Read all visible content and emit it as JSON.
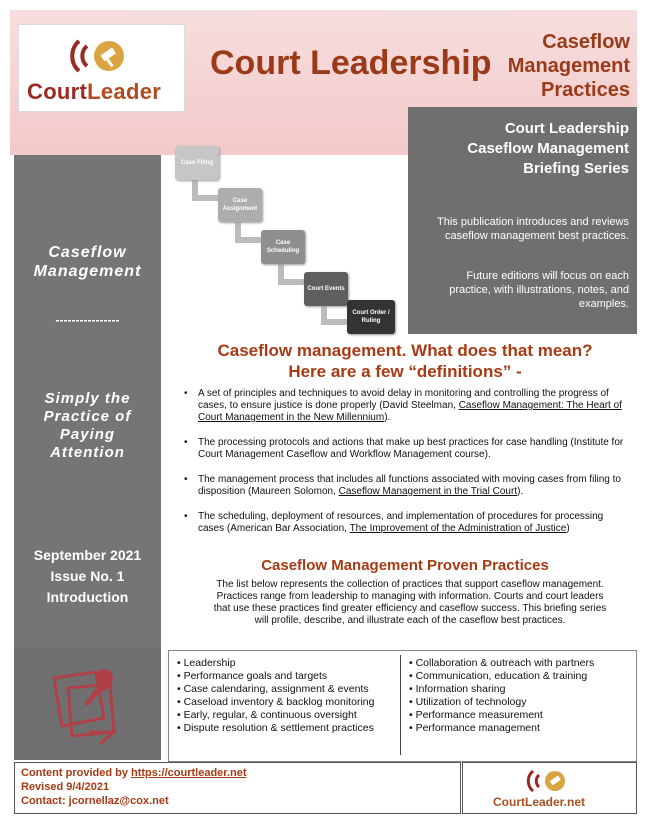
{
  "header": {
    "logo_court": "Court",
    "logo_leader": "Leader",
    "title": "Court Leadership",
    "subtitle_lines": [
      "Caseflow",
      "Management",
      "Practices"
    ]
  },
  "flow_steps": [
    "Case Filing",
    "Case Assignment",
    "Case Scheduling",
    "Court Events",
    "Court Order / Ruling"
  ],
  "right_panel": {
    "title_lines": [
      "Court Leadership",
      "Caseflow Management",
      "Briefing Series"
    ],
    "p1": "This publication introduces and reviews caseflow management best practices.",
    "p2": "Future editions will focus on each practice, with illustrations, notes, and examples."
  },
  "sidebar": {
    "heading_line1": "Caseflow",
    "heading_line2": "Management",
    "divider": "----------------",
    "tagline": [
      "Simply the",
      "Practice of",
      "Paying",
      "Attention"
    ],
    "date": "September 2021",
    "issue": "Issue No. 1",
    "section": "Introduction"
  },
  "question": {
    "line1": "Caseflow management.  What does that mean?",
    "line2": "Here are a few “definitions” -"
  },
  "definitions": [
    {
      "pre": "A set of principles and techniques to avoid delay in monitoring and controlling the progress of cases, to ensure justice is done properly (David Steelman, ",
      "link": "Caseflow Management: The Heart of Court Management in the New Millennium",
      "post": ")."
    },
    {
      "pre": "The processing protocols and actions that make up best practices for case handling (Institute for Court Management Caseflow and Workflow Management course).",
      "link": "",
      "post": ""
    },
    {
      "pre": "The management process that includes all functions associated with moving cases from filing to disposition (Maureen Solomon, ",
      "link": "Caseflow Management in the Trial Court",
      "post": ")."
    },
    {
      "pre": "The scheduling, deployment of resources, and implementation of procedures for processing cases (American Bar Association, ",
      "link": "The Improvement of the Administration of Justice",
      "post": ")"
    }
  ],
  "proven": {
    "title": "Caseflow Management Proven Practices",
    "intro": "The list below represents the collection of practices that support caseflow management. Practices range from leadership to managing with information. Courts and court leaders that use these practices find greater efficiency and caseflow success. This briefing series will profile, describe, and illustrate each of the caseflow best practices."
  },
  "practices_left": [
    "Leadership",
    "Performance goals and targets",
    "Case calendaring, assignment & events",
    "Caseload inventory & backlog monitoring",
    "Early, regular, & continuous oversight",
    "Dispute resolution & settlement practices"
  ],
  "practices_right": [
    "Collaboration & outreach with partners",
    "Communication, education & training",
    "Information sharing",
    "Utilization of technology",
    "Performance measurement",
    "Performance management"
  ],
  "footer": {
    "content_label": "Content provided by ",
    "content_link": "https://courtleader.net",
    "revised": "Revised 9/4/2021",
    "contact_label": "Contact: ",
    "contact_email": "jcornellaz@cox.net",
    "logo_text": "CourtLeader.net"
  },
  "colors": {
    "accent": "#a83a14",
    "gray_panel": "#6f6f6f",
    "header_pink": "#f3c9c9"
  }
}
